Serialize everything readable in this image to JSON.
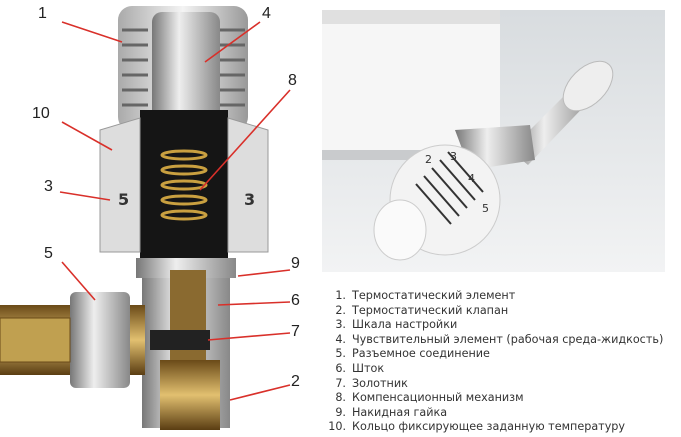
{
  "callouts": [
    "1",
    "4",
    "8",
    "10",
    "3",
    "5",
    "9",
    "6",
    "7",
    "2"
  ],
  "dial_marks": [
    "2",
    "3",
    "4",
    "5"
  ],
  "dial_numbers": [
    "5",
    "3"
  ],
  "legend": [
    {
      "n": "1.",
      "text": "Термостатический элемент"
    },
    {
      "n": "2.",
      "text": "Термостатический клапан"
    },
    {
      "n": "3.",
      "text": "Шкала настройки"
    },
    {
      "n": "4.",
      "text": "Чувствительный элемент (рабочая среда-жидкость)"
    },
    {
      "n": "5.",
      "text": "Разъемное соединение"
    },
    {
      "n": "6.",
      "text": "Шток"
    },
    {
      "n": "7.",
      "text": "Золотник"
    },
    {
      "n": "8.",
      "text": "Компенсационный механизм"
    },
    {
      "n": "9.",
      "text": "Накидная гайка"
    },
    {
      "n": "10.",
      "text": "Кольцо фиксирующее заданную температуру"
    }
  ],
  "colors": {
    "arrow": "#d9302a",
    "brass": "#b8903a",
    "chrome": "#c8c8c8"
  }
}
